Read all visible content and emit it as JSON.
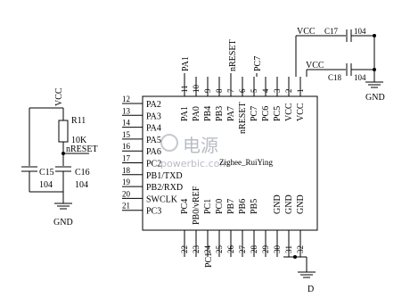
{
  "chip": {
    "name": "Zighee_RuiYing",
    "left_pins": [
      {
        "num": "12",
        "label": "PA2"
      },
      {
        "num": "13",
        "label": "PA3"
      },
      {
        "num": "14",
        "label": "PA4"
      },
      {
        "num": "15",
        "label": "PA5"
      },
      {
        "num": "16",
        "label": "PA6"
      },
      {
        "num": "17",
        "label": "PC2"
      },
      {
        "num": "18",
        "label": "PB1/TXD"
      },
      {
        "num": "19",
        "label": "PB2/RXD"
      },
      {
        "num": "20",
        "label": "SWCLK"
      },
      {
        "num": "21",
        "label": "PC3"
      }
    ],
    "top_pins": [
      {
        "num": "11",
        "label": "PA1"
      },
      {
        "num": "10",
        "label": "PA0"
      },
      {
        "num": "9",
        "label": "PB4"
      },
      {
        "num": "8",
        "label": "PB3"
      },
      {
        "num": "7",
        "label": "PA7"
      },
      {
        "num": "6",
        "label": "nRESET"
      },
      {
        "num": "5",
        "label": "PC7"
      },
      {
        "num": "4",
        "label": "PC6"
      },
      {
        "num": "3",
        "label": "PC5"
      },
      {
        "num": "2",
        "label": "VCC"
      },
      {
        "num": "1",
        "label": "VCC"
      }
    ],
    "bottom_pins": [
      {
        "num": "22",
        "label": "PC4"
      },
      {
        "num": "23",
        "label": "PB0/vREF"
      },
      {
        "num": "24",
        "label": "PC1"
      },
      {
        "num": "25",
        "label": "PC0"
      },
      {
        "num": "26",
        "label": "PB7"
      },
      {
        "num": "27",
        "label": "PB6"
      },
      {
        "num": "28",
        "label": "PB5"
      },
      {
        "num": "29",
        "label": ""
      },
      {
        "num": "30",
        "label": "GND"
      },
      {
        "num": "31",
        "label": "GND"
      },
      {
        "num": "32",
        "label": "GND"
      }
    ]
  },
  "nets": {
    "top_pa1": "PA1",
    "top_nreset": "nRESET",
    "top_pc7": "PC7",
    "bottom_pc1": "PC1",
    "reset_net": "nRESET",
    "vcc": "VCC",
    "gnd": "GND",
    "gnd_bottom_fragment": "D"
  },
  "components": {
    "r11": {
      "ref": "R11",
      "value": "10K"
    },
    "c15": {
      "ref": "C15",
      "value": "104"
    },
    "c16": {
      "ref": "C16",
      "value": "104"
    },
    "c17": {
      "ref": "C17",
      "value": "104"
    },
    "c18": {
      "ref": "C18",
      "value": "104"
    }
  },
  "watermark": {
    "chinese": "电源",
    "url": "powerbic.com"
  }
}
